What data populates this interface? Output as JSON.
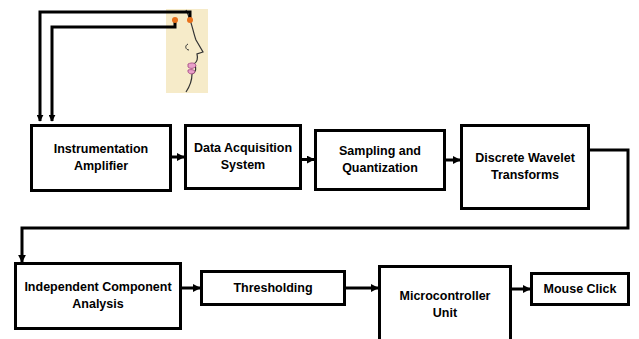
{
  "diagram": {
    "nodes": [
      {
        "text": [
          "Instrumentation Amplifier"
        ]
      },
      {
        "text": [
          "Data Acquisition System"
        ]
      },
      {
        "text": [
          "Sampling and Quantization"
        ]
      },
      {
        "text": [
          "Discrete Wavelet Transforms"
        ]
      },
      {
        "text": [
          "Independent Component Analysis"
        ]
      },
      {
        "text": [
          "Thresholding"
        ]
      },
      {
        "text": [
          "Microcontroller Unit"
        ]
      },
      {
        "text": [
          "Mouse Click"
        ]
      }
    ],
    "edges": [
      {
        "from": 0,
        "to": 1,
        "arrow": "to"
      },
      {
        "from": 1,
        "to": 2,
        "arrow": "to"
      },
      {
        "from": 2,
        "to": 3,
        "arrow": "to"
      },
      {
        "from": 3,
        "to": 4,
        "arrow": "to"
      },
      {
        "from": 4,
        "to": 5,
        "arrow": "to"
      },
      {
        "from": 5,
        "to": 6,
        "arrow": "to"
      },
      {
        "from": 6,
        "to": 7,
        "arrow": "to"
      }
    ]
  }
}
